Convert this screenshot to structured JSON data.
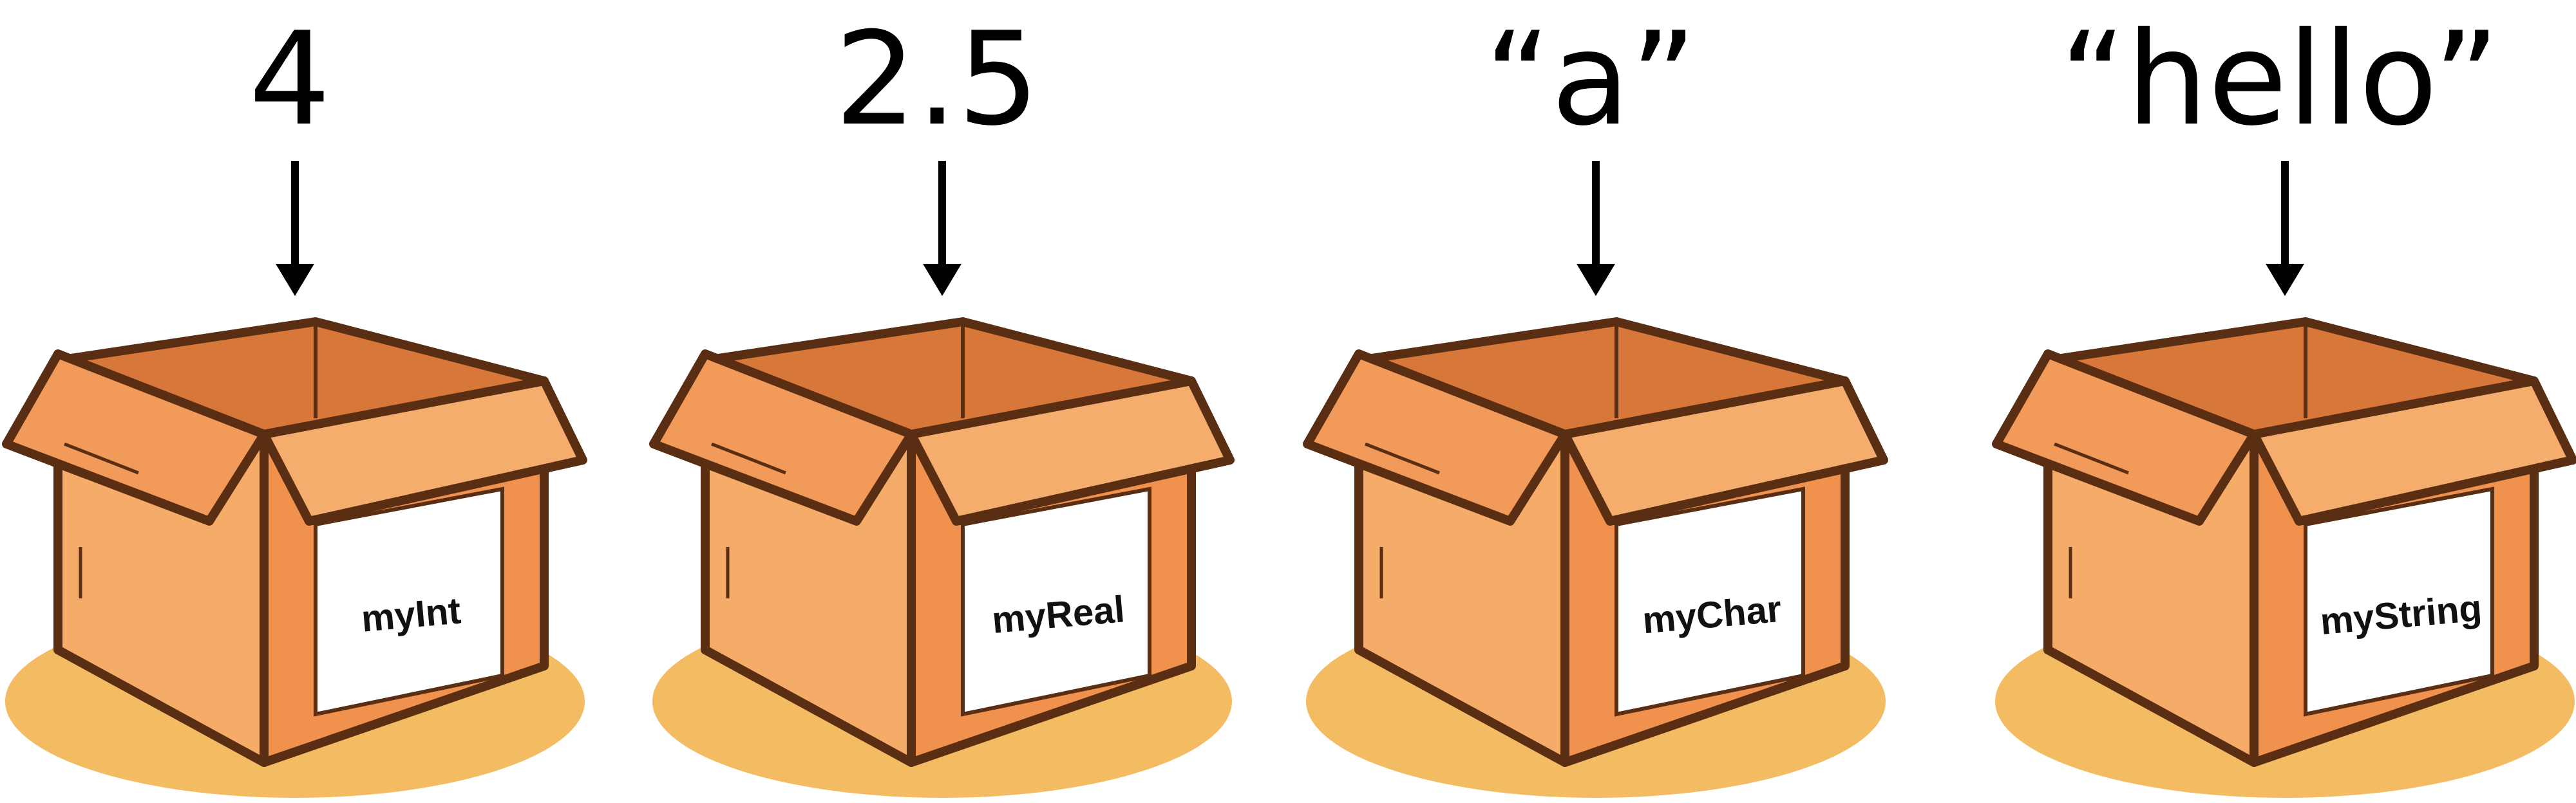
{
  "colors": {
    "shadow": "#f4bc62",
    "box_outline": "#5a2e12",
    "box_front_left": "#f4ac68",
    "box_front_right": "#f0914e",
    "box_inside_back": "#d8773a",
    "box_inside_side": "#e48848",
    "flap_light": "#f19a5a",
    "flap_dark": "#e98a4b",
    "flap_right": "#f4ad6c",
    "label_bg": "#ffffff",
    "arrow": "#000000"
  },
  "boxes": [
    {
      "value": "4",
      "label": "myInt"
    },
    {
      "value": "2.5",
      "label": "myReal"
    },
    {
      "value": "“a”",
      "label": "myChar"
    },
    {
      "value": "“hello”",
      "label": "myString"
    }
  ]
}
